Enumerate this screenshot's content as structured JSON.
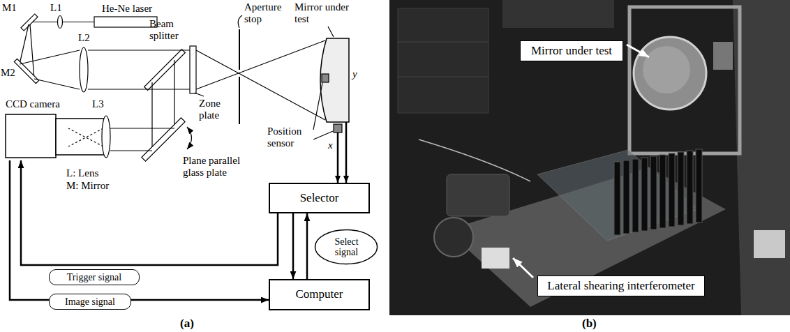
{
  "diagram": {
    "nodes": [
      {
        "text": [
          "CCD camera"
        ]
      },
      {
        "text": [
          "Selector"
        ]
      },
      {
        "text": [
          "Select signal"
        ]
      },
      {
        "text": [
          "Computer"
        ]
      },
      {
        "text": [
          "Trigger signal"
        ]
      },
      {
        "text": [
          "Image signal"
        ]
      },
      {
        "text": [
          "Mirror under test"
        ]
      },
      {
        "text": [
          "Lateral shearing interferometer"
        ]
      }
    ],
    "edges": [
      {
        "from": 1,
        "to": 0,
        "arrow": "to"
      },
      {
        "from": 0,
        "to": 3,
        "arrow": "to"
      },
      {
        "from": 1,
        "to": 3,
        "arrow": "to"
      },
      {
        "from": 3,
        "to": 1,
        "arrow": "to"
      }
    ],
    "labels": [
      "M1",
      "L1",
      "He-Ne laser",
      "M2",
      "L2",
      "Beam splitter",
      "Aperture stop",
      "Mirror under test",
      "y",
      "Zone plate",
      "Position sensor",
      "x",
      "L3",
      "Plane parallel glass plate",
      "L: Lens",
      "M: Mirror",
      "(a)",
      "(b)"
    ]
  }
}
